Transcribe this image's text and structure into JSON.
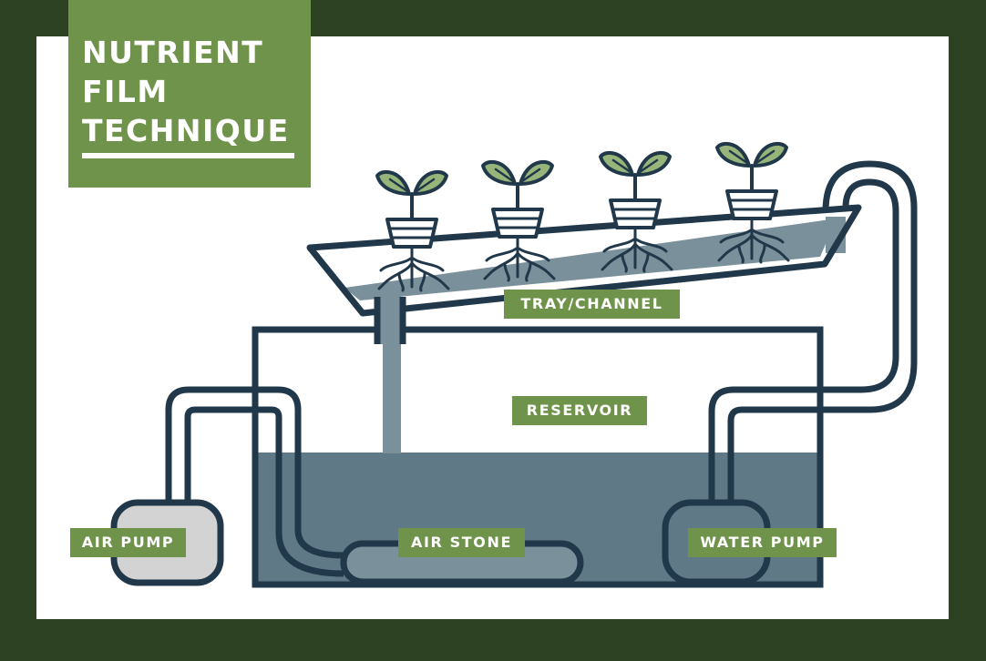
{
  "title": {
    "line1": "NUTRIENT",
    "line2": "FILM",
    "line3": "TECHNIQUE"
  },
  "labels": {
    "tray": "TRAY/CHANNEL",
    "reservoir": "RESERVOIR",
    "air_pump": "AIR PUMP",
    "air_stone": "AIR STONE",
    "water_pump": "WATER PUMP"
  },
  "colors": {
    "outer_background": "#2c4223",
    "panel": "#ffffff",
    "accent_green": "#6f934b",
    "leaf_green": "#97b57a",
    "outline_navy": "#21384a",
    "water": "#5f7987",
    "tray_water": "#7a909b",
    "air_pump_fill": "#d3d3d3"
  }
}
